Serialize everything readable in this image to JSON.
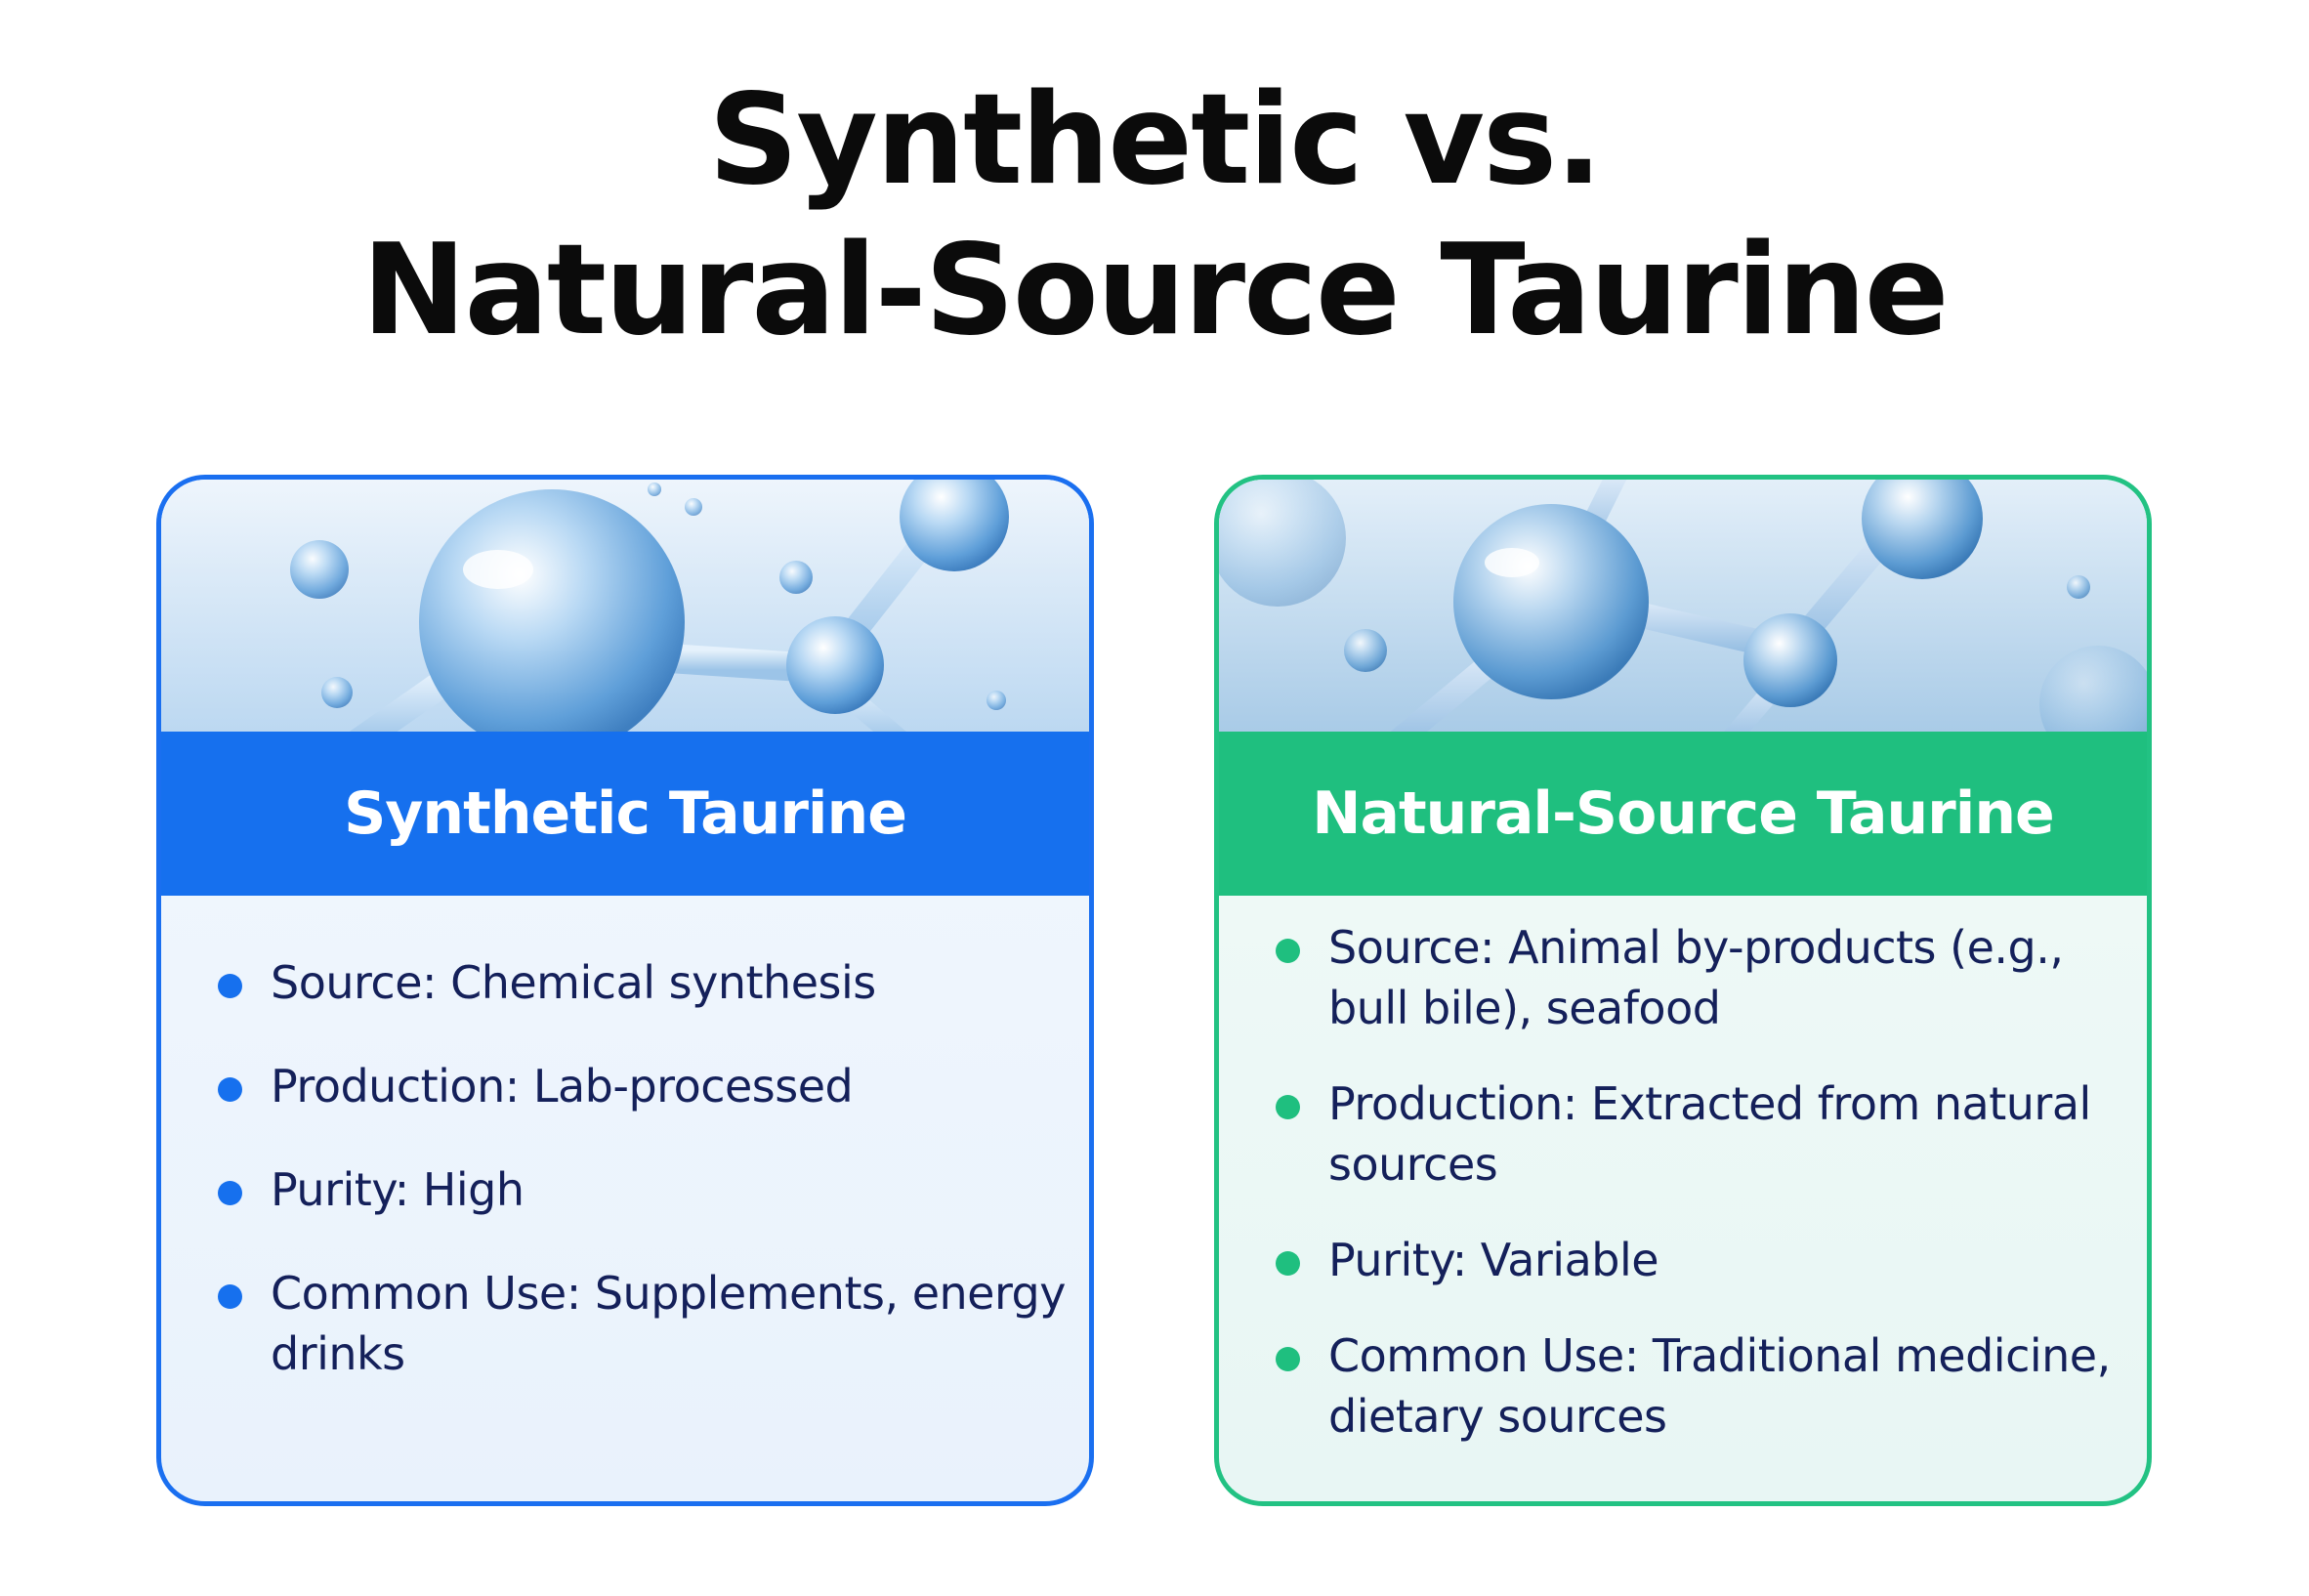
{
  "title": {
    "line1": "Synthetic vs.",
    "line2": "Natural-Source Taurine"
  },
  "cards": [
    {
      "heading": "Synthetic Taurine",
      "accent_color": "#1670ee",
      "image_icon": "molecule-image",
      "bullets": [
        "Source: Chemical synthesis",
        "Production: Lab-processed",
        "Purity: High",
        "Common Use: Supplements, energy drinks"
      ]
    },
    {
      "heading": "Natural-Source Taurine",
      "accent_color": "#1fbf7f",
      "image_icon": "molecule-image",
      "bullets": [
        "Source: Animal by-products (e.g., bull bile), seafood",
        "Production: Extracted from natural sources",
        "Purity: Variable",
        "Common Use: Traditional medicine, dietary sources"
      ]
    }
  ]
}
